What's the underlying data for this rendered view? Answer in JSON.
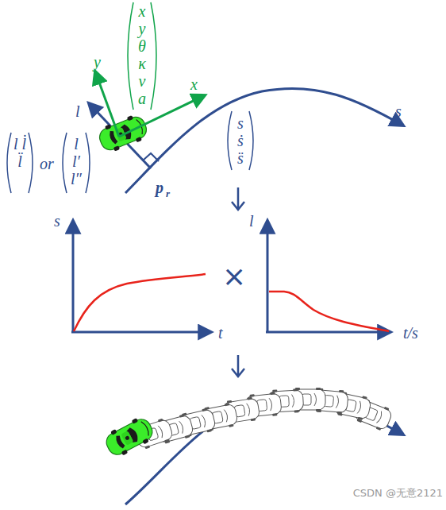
{
  "diagram": {
    "labels": [
      "x y θ κ v a",
      "y",
      "x",
      "l",
      "l l̇ l̈",
      "or",
      "l l′ l″",
      "p",
      "r",
      "s",
      "s ṡ s̈",
      "s",
      "t",
      "×",
      "l",
      "t/s",
      "CSDN @无意2121"
    ]
  }
}
